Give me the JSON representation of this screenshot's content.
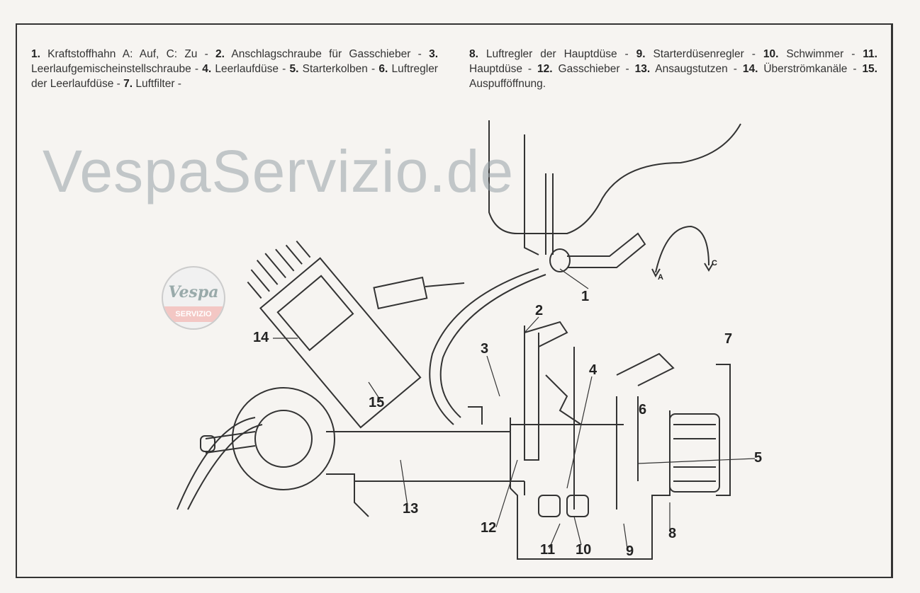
{
  "caption": {
    "left": [
      {
        "num": "1.",
        "text": " Kraftstoffhahn A: Auf, C: Zu - "
      },
      {
        "num": "2.",
        "text": " Anschlagschraube für Gasschieber - "
      },
      {
        "num": "3.",
        "text": " Leerlaufgemischeinstellschraube - "
      },
      {
        "num": "4.",
        "text": " Leerlaufdüse - "
      },
      {
        "num": "5.",
        "text": " Starterkolben - "
      },
      {
        "num": "6.",
        "text": " Luftregler der Leerlaufdüse - "
      },
      {
        "num": "7.",
        "text": " Luftfilter -"
      }
    ],
    "right": [
      {
        "num": "8.",
        "text": " Luftregler der Hauptdüse - "
      },
      {
        "num": "9.",
        "text": " Starterdüsenregler - "
      },
      {
        "num": "10.",
        "text": " Schwimmer - "
      },
      {
        "num": "11.",
        "text": " Hauptdüse - "
      },
      {
        "num": "12.",
        "text": " Gasschieber - "
      },
      {
        "num": "13.",
        "text": " Ansaugstutzen - "
      },
      {
        "num": "14.",
        "text": " Überströmkanäle - "
      },
      {
        "num": "15.",
        "text": " Auspufföffnung."
      }
    ]
  },
  "labels": [
    "1",
    "2",
    "3",
    "4",
    "5",
    "6",
    "7",
    "8",
    "9",
    "10",
    "11",
    "12",
    "13",
    "14",
    "15",
    "A",
    "C"
  ],
  "watermark": "VespaServizio.de",
  "logo": {
    "top": "Vespa",
    "bottom": "SERVIZIO"
  }
}
